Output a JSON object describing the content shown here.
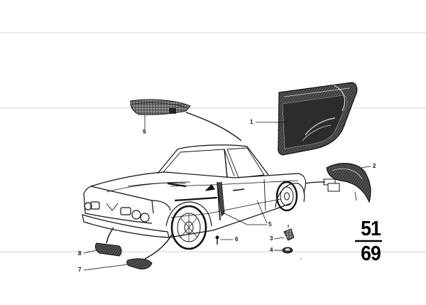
{
  "diagram": {
    "callouts": [
      "1",
      "2",
      "3",
      "4",
      "5",
      "6",
      "7",
      "8",
      "9"
    ],
    "group_number": {
      "top": "51",
      "bottom": "69"
    }
  }
}
